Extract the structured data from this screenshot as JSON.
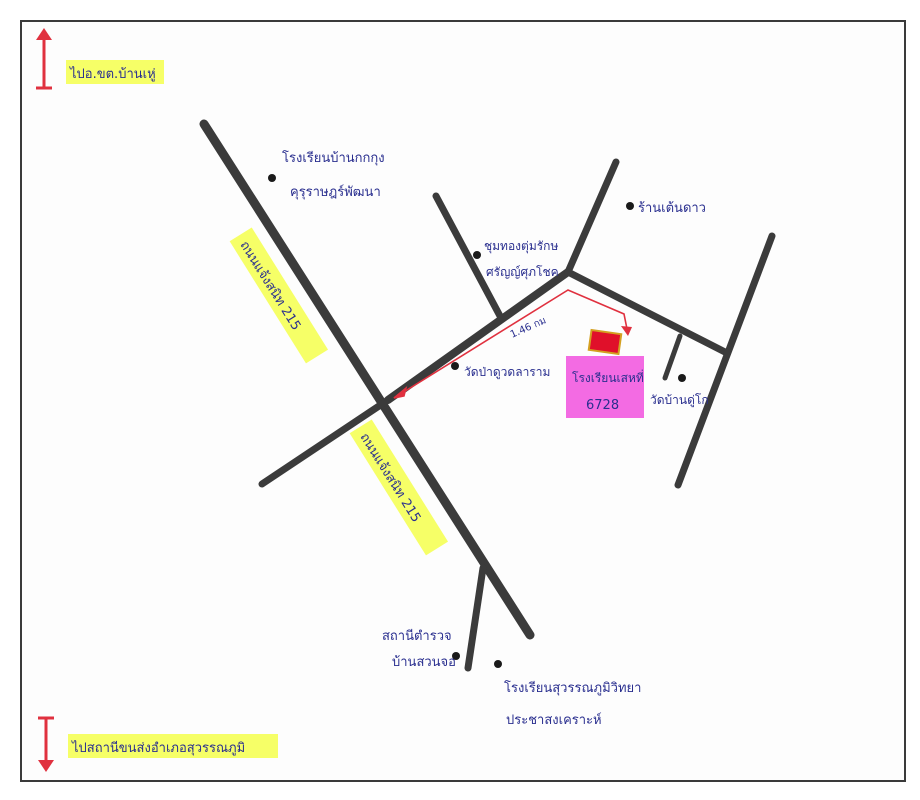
{
  "colors": {
    "road": "#3b3b3b",
    "handwriting": "#2a2f8f",
    "highlight": "#f4ff4c",
    "route": "#e0313f",
    "school_block": "#f25be0",
    "marker": "#e0102a"
  },
  "icons": {
    "direction_top": "double-arrow-vertical-icon",
    "direction_bottom": "double-arrow-vertical-icon",
    "landmark": "dot-marker-icon",
    "destination": "red-box-marker-icon"
  },
  "labels": {
    "top_direction": "ไปอ.ขต.บ้านเหู่",
    "bottom_direction": "ไปสถานีขนส่งอำเภอสุวรรณภูมิ",
    "road_upper": "ถนนแจ้งสนิท 215",
    "road_lower": "ถนนแจ้งสนิท 215",
    "distance": "1.46 กม",
    "school_line1": "โรงเรียนเสหที่",
    "school_line2": "6728",
    "landmark_school_top_1": "โรงเรียนบ้านกกกุง",
    "landmark_school_top_2": "คุรุราษฎร์พัฒนา",
    "landmark_shop": "ร้านเต้นดาว",
    "landmark_store_1": "ชุมทองตุ่มรักษ",
    "landmark_store_2": "ศรัญญ์ศุภโชค",
    "landmark_temple_1": "วัดป่าดูวดลาราม",
    "landmark_temple_2": "วัดบ้านดู่โก",
    "landmark_station_1": "สถานีตำรวจ",
    "landmark_station_2": "บ้านสวนจอ",
    "landmark_school_bottom_1": "โรงเรียนสุวรรณภูมิวิทยา",
    "landmark_school_bottom_2": "ประชาสงเคราะห์"
  }
}
